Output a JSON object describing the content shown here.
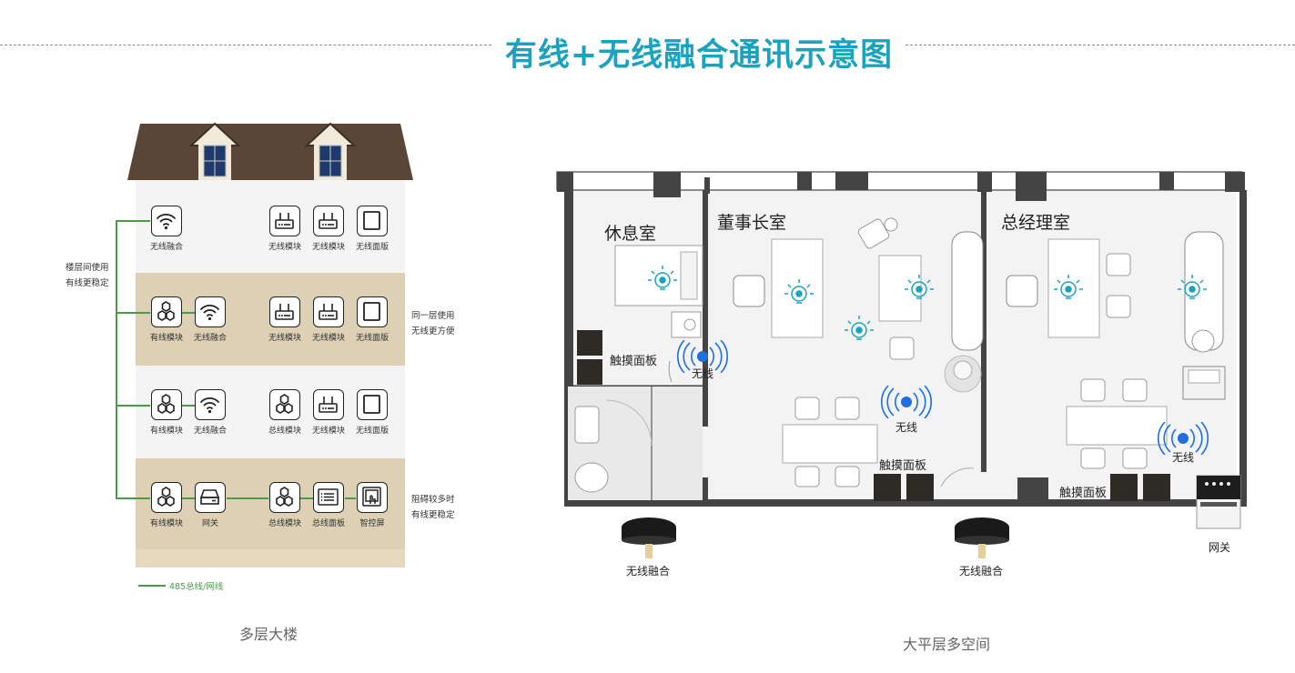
{
  "header": {
    "title": "有线+无线融合通讯示意图"
  },
  "building": {
    "caption": "多层大楼",
    "legend": "485总线/网线",
    "floors": [
      {
        "tiles": [
          {
            "icon": "wifi-icon",
            "label": "无线融合"
          },
          {
            "icon": "router-icon",
            "label": "无线模块"
          },
          {
            "icon": "router-icon",
            "label": "无线模块"
          },
          {
            "icon": "panel-icon",
            "label": "无线面版"
          }
        ]
      },
      {
        "tiles": [
          {
            "icon": "hex-module-icon",
            "label": "有线模块"
          },
          {
            "icon": "wifi-icon",
            "label": "无线融合"
          },
          {
            "icon": "router-icon",
            "label": "无线模块"
          },
          {
            "icon": "router-icon",
            "label": "无线模块"
          },
          {
            "icon": "panel-icon",
            "label": "无线面版"
          }
        ]
      },
      {
        "tiles": [
          {
            "icon": "hex-module-icon",
            "label": "有线模块"
          },
          {
            "icon": "wifi-icon",
            "label": "无线融合"
          },
          {
            "icon": "hex-module-icon",
            "label": "总线模块"
          },
          {
            "icon": "router-icon",
            "label": "无线模块"
          },
          {
            "icon": "panel-icon",
            "label": "无线面版"
          }
        ]
      },
      {
        "tiles": [
          {
            "icon": "hex-module-icon",
            "label": "有线模块"
          },
          {
            "icon": "gateway-icon",
            "label": "网关"
          },
          {
            "icon": "hex-module-icon",
            "label": "总线模块"
          },
          {
            "icon": "bus-panel-icon",
            "label": "总线面板"
          },
          {
            "icon": "touch-screen-icon",
            "label": "智控屏"
          }
        ]
      }
    ],
    "notes": {
      "left": [
        "楼层间使用",
        "有线更稳定"
      ],
      "right_top": [
        "同一层使用",
        "无线更方便"
      ],
      "right_bottom": [
        "阻碍较多时",
        "有线更稳定"
      ]
    }
  },
  "floorplan": {
    "caption": "大平层多空间",
    "rooms": [
      "休息室",
      "董事长室",
      "总经理室"
    ],
    "touch_panel_label": "触摸面板",
    "wireless_label": "无线",
    "fusion_label": "无线融合",
    "gateway_label": "网关"
  },
  "colors": {
    "title": "#1aa3bd",
    "bus_line": "#4a9a4a",
    "roof": "#5a4637",
    "floor_beige": "#ddd0b4",
    "floor_light": "#f4f4f4",
    "signal": "#1e6fe0"
  }
}
